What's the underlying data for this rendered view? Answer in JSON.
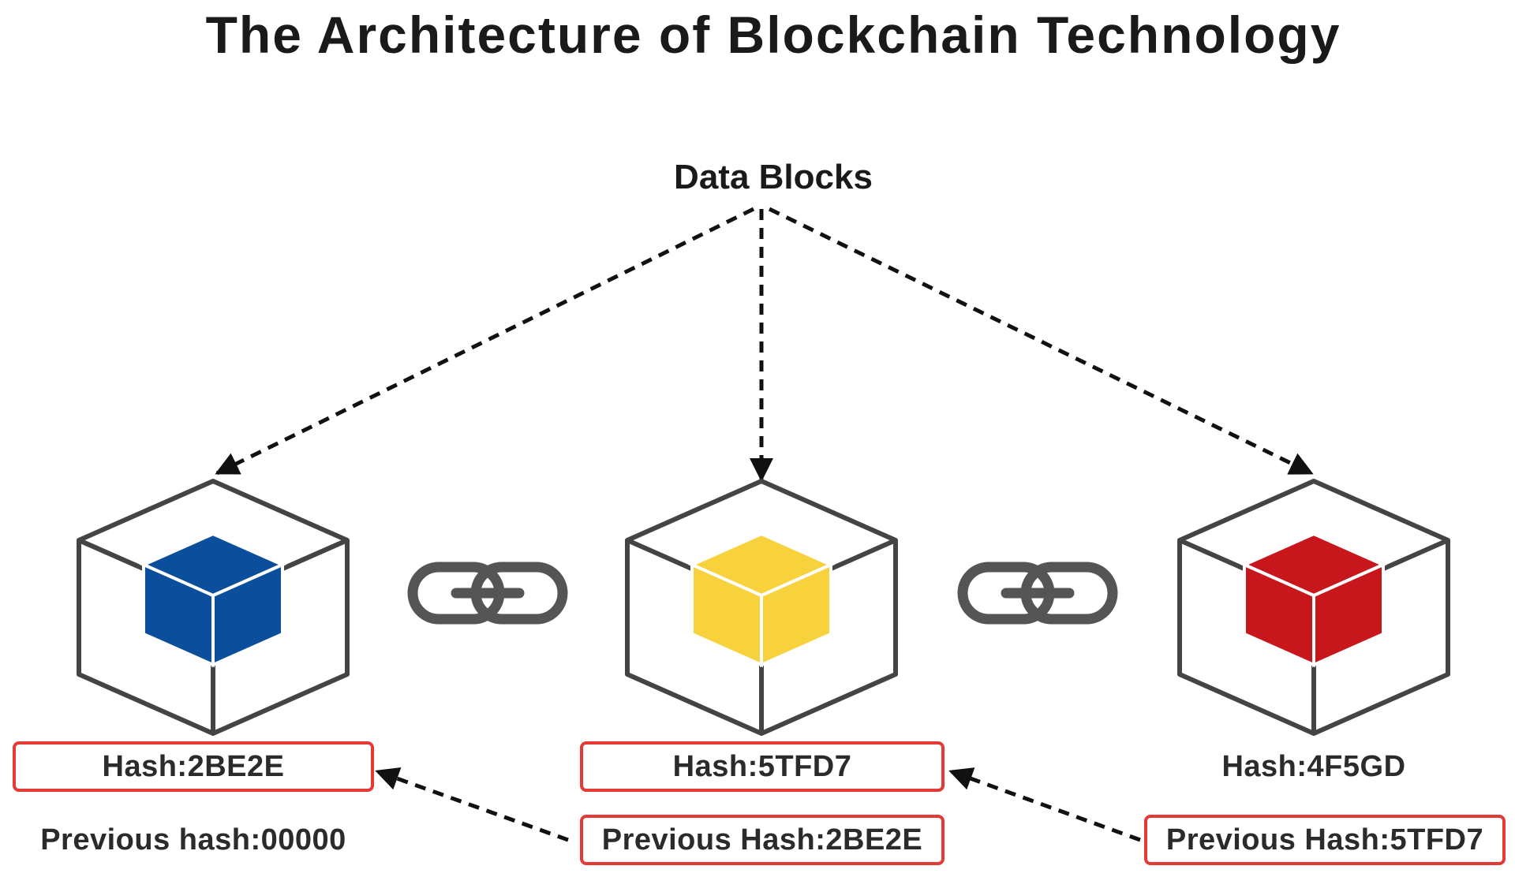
{
  "title": "The Architecture of Blockchain Technology",
  "hub_label": "Data Blocks",
  "blocks": [
    {
      "color": "#0b4f9c",
      "hash": "Hash:2BE2E",
      "previous": "Previous hash:00000"
    },
    {
      "color": "#f7d23c",
      "hash": "Hash:5TFD7",
      "previous": "Previous Hash:2BE2E"
    },
    {
      "color": "#c8161d",
      "hash": "Hash:4F5GD",
      "previous": "Previous Hash:5TFD7"
    }
  ],
  "colors": {
    "outline": "#444444",
    "box_border": "#e53935",
    "link": "#555555"
  },
  "icons": [
    "cube-icon",
    "chain-link-icon"
  ]
}
